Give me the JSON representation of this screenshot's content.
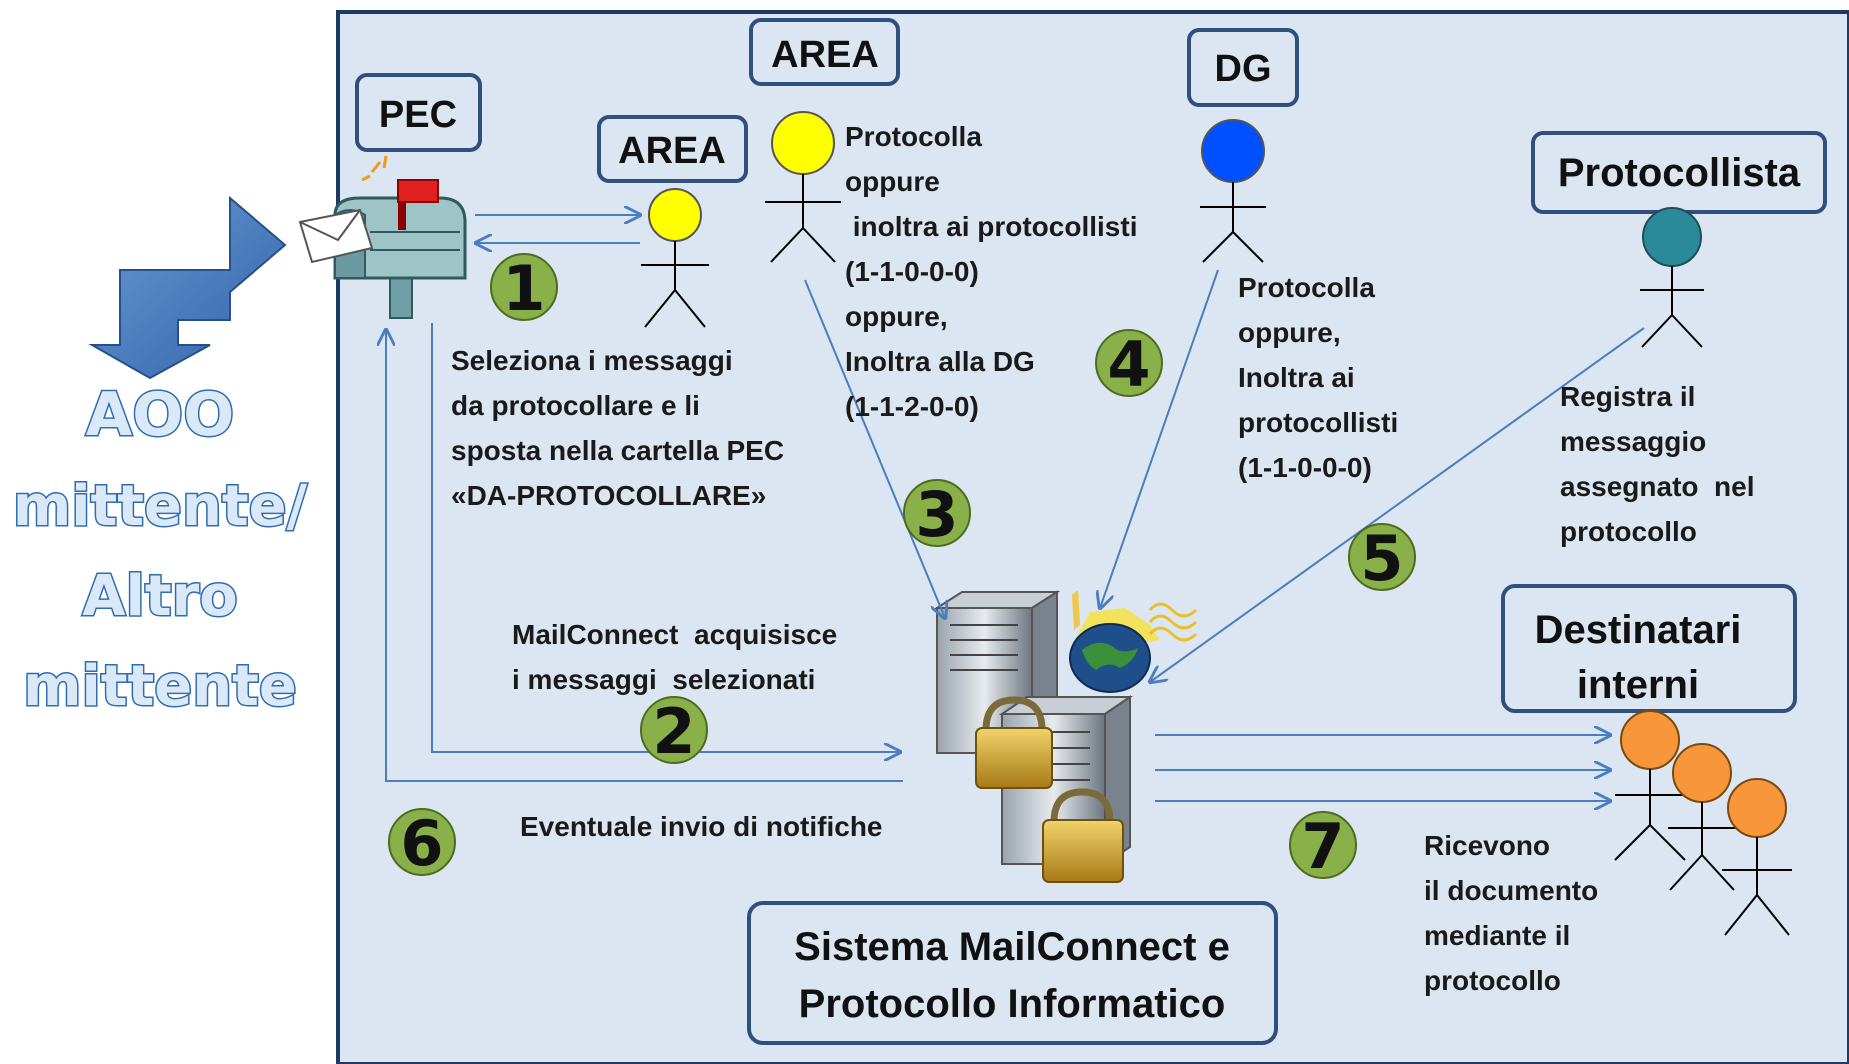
{
  "left_caption": [
    "AOO",
    "mittente/",
    "Altro",
    "mittente"
  ],
  "boxes": {
    "pec": "PEC",
    "area1": "AREA",
    "area2": "AREA",
    "dg": "DG",
    "protocollista": "Protocollista",
    "destinatari_line1": "Destinatari",
    "destinatari_line2": "interni",
    "sistema_line1": "Sistema MailConnect e",
    "sistema_line2": "Protocollo Informatico"
  },
  "steps": {
    "s1": "1",
    "s2": "2",
    "s3": "3",
    "s4": "4",
    "s5": "5",
    "s6": "6",
    "s7": "7"
  },
  "texts": {
    "step1": [
      "Seleziona i messaggi",
      "da protocollare  e li",
      "sposta nella cartella PEC",
      "«DA-PROTOCOLLARE»"
    ],
    "area2_note": [
      "Protocolla",
      "oppure",
      " inoltra ai protocollisti",
      "(1-1-0-0-0)",
      "oppure,",
      "Inoltra alla DG",
      "(1-1-2-0-0)"
    ],
    "dg_note": [
      "Protocolla",
      "oppure,",
      "Inoltra ai",
      "protocollisti",
      "(1-1-0-0-0)"
    ],
    "protocollista_note": [
      "Registra il",
      "messaggio",
      "assegnato  nel",
      "protocollo"
    ],
    "step2": [
      "MailConnect  acquisisce",
      "i messaggi  selezionati"
    ],
    "step6": "Eventuale invio di notifiche",
    "step7": [
      "Ricevono",
      "il documento",
      "mediante il",
      "protocollo"
    ]
  },
  "colors": {
    "panel_bg": "#dce6f2",
    "panel_border": "#1f3864",
    "box_border": "#2f4f7f",
    "arrow": "#4a7ebf",
    "badge_fill": "#8ab04a",
    "actor_area": "#ffff00",
    "actor_dg": "#0050ff",
    "actor_protocollista": "#2a8a9a",
    "actor_destinatari": "#f7963a"
  }
}
